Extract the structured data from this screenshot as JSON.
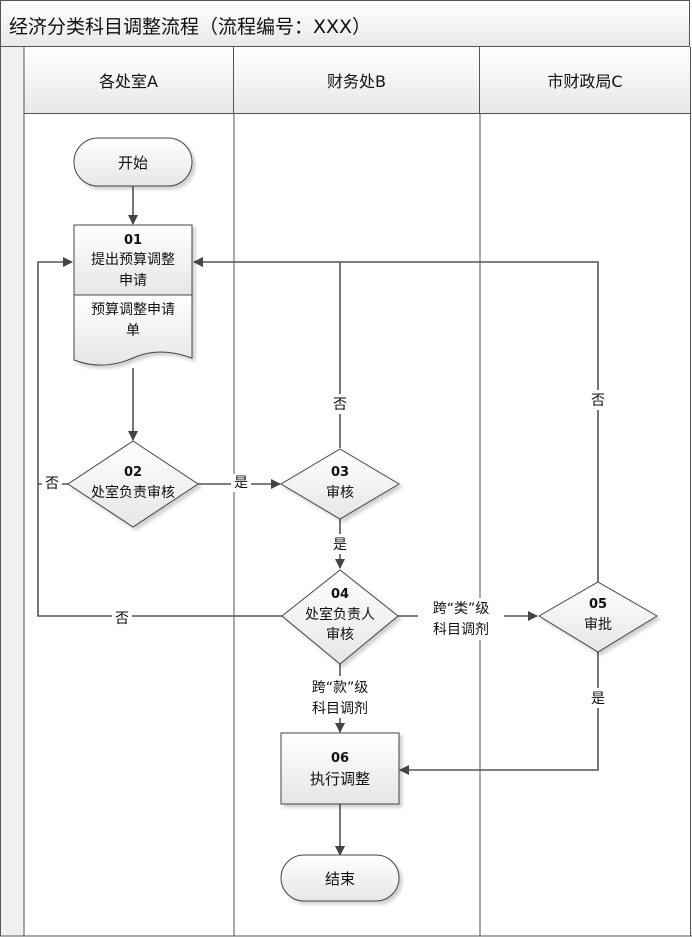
{
  "title": "经济分类科目调整流程（流程编号：XXX）",
  "lanes": [
    {
      "label": "各处室A"
    },
    {
      "label": "财务处B"
    },
    {
      "label": "市财政局C"
    }
  ],
  "nodes": {
    "start": {
      "label": "开始"
    },
    "n01": {
      "num": "01",
      "line1": "提出预算调整",
      "line2": "申请",
      "doc_line1": "预算调整申请",
      "doc_line2": "单"
    },
    "n02": {
      "num": "02",
      "line1": "处室负责审核"
    },
    "n03": {
      "num": "03",
      "line1": "审核"
    },
    "n04": {
      "num": "04",
      "line1": "处室负责人",
      "line2": "审核"
    },
    "n05": {
      "num": "05",
      "line1": "审批"
    },
    "n06": {
      "num": "06",
      "line1": "执行调整"
    },
    "end": {
      "label": "结束"
    }
  },
  "edge_labels": {
    "n02_no": "否",
    "n02_yes": "是",
    "n03_no": "否",
    "n03_yes": "是",
    "n04_no": "否",
    "n04_cross_class_1": "跨“类”级",
    "n04_cross_class_2": "科目调剂",
    "n04_cross_item_1": "跨“款”级",
    "n04_cross_item_2": "科目调剂",
    "n05_no": "否",
    "n05_yes": "是"
  }
}
